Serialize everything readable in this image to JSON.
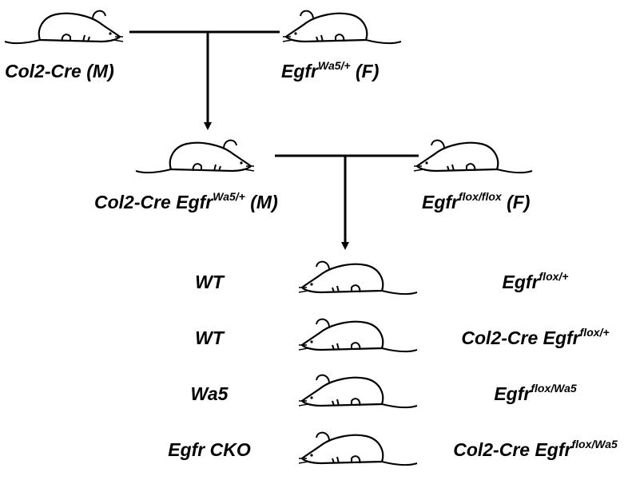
{
  "gen0": {
    "male": {
      "base": "Col2-Cre",
      "sup": "",
      "sex": "(M)"
    },
    "female": {
      "base": "Egfr",
      "sup": "Wa5/+",
      "sex": "(F)"
    }
  },
  "gen1": {
    "male": {
      "base": "Col2-Cre Egfr",
      "sup": "Wa5/+",
      "sex": "(M)"
    },
    "female": {
      "base": "Egfr",
      "sup": "flox/flox",
      "sex": "(F)"
    }
  },
  "offspring": [
    {
      "phenotype": "WT",
      "genotype_base": "Egfr",
      "genotype_sup": "flox/+"
    },
    {
      "phenotype": "WT",
      "genotype_base": "Col2-Cre Egfr",
      "genotype_sup": "flox/+"
    },
    {
      "phenotype": "Wa5",
      "genotype_base": "Egfr",
      "genotype_sup": "flox/Wa5"
    },
    {
      "phenotype": "Egfr CKO",
      "genotype_base": "Col2-Cre Egfr",
      "genotype_sup": "flox/Wa5"
    }
  ]
}
